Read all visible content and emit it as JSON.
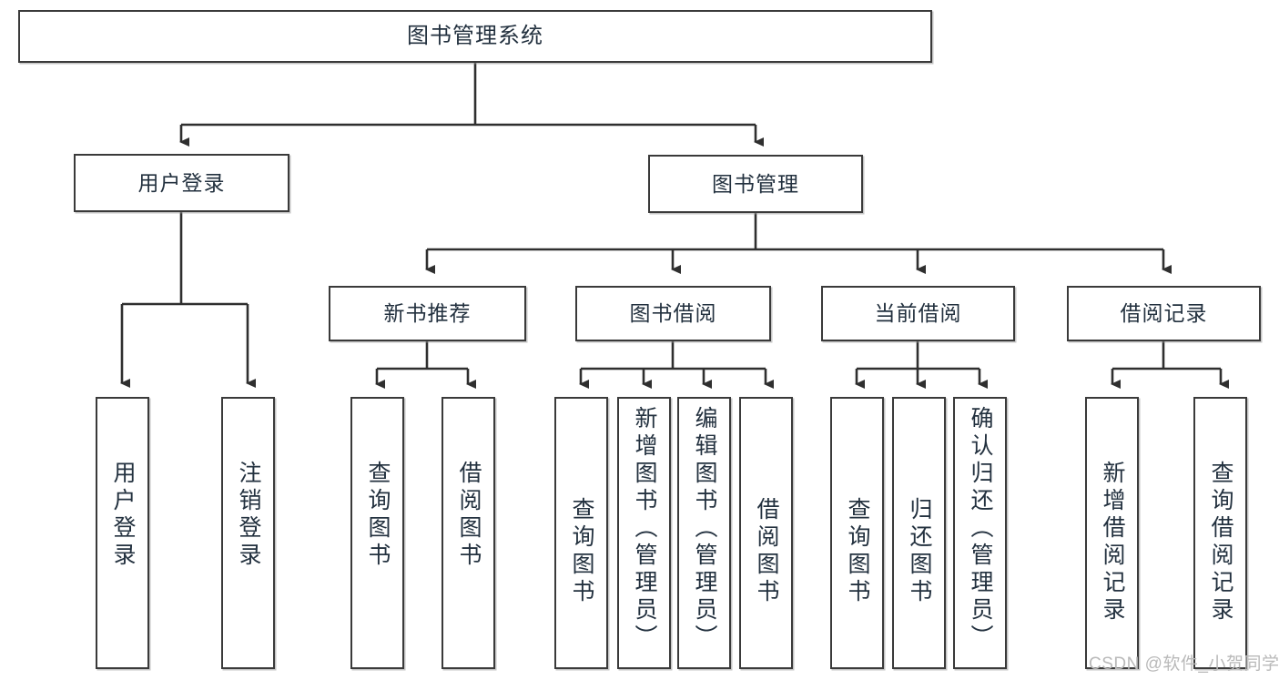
{
  "diagram": {
    "type": "tree-hierarchy",
    "title": "图书管理系统",
    "levels": {
      "root": {
        "label": "图书管理系统"
      },
      "level2": [
        {
          "id": "user-login",
          "label": "用户登录"
        },
        {
          "id": "book-management",
          "label": "图书管理"
        }
      ],
      "level3": [
        {
          "id": "new-book-recommend",
          "label": "新书推荐",
          "parent": "book-management"
        },
        {
          "id": "book-borrow",
          "label": "图书借阅",
          "parent": "book-management"
        },
        {
          "id": "current-borrow",
          "label": "当前借阅",
          "parent": "book-management"
        },
        {
          "id": "borrow-record",
          "label": "借阅记录",
          "parent": "book-management"
        }
      ],
      "leaves": [
        {
          "id": "leaf-user-login",
          "label": "用户登录",
          "parent": "user-login"
        },
        {
          "id": "leaf-logout-login",
          "label": "注销登录",
          "parent": "user-login"
        },
        {
          "id": "leaf-query-book-1",
          "label": "查询图书",
          "parent": "new-book-recommend"
        },
        {
          "id": "leaf-borrow-book-1",
          "label": "借阅图书",
          "parent": "new-book-recommend"
        },
        {
          "id": "leaf-query-book-2",
          "label": "查询图书",
          "parent": "book-borrow"
        },
        {
          "id": "leaf-add-book",
          "label": "新增图书（管理员）",
          "parent": "book-borrow"
        },
        {
          "id": "leaf-edit-book",
          "label": "编辑图书（管理员）",
          "parent": "book-borrow"
        },
        {
          "id": "leaf-borrow-book-2",
          "label": "借阅图书",
          "parent": "book-borrow"
        },
        {
          "id": "leaf-query-book-3",
          "label": "查询图书",
          "parent": "current-borrow"
        },
        {
          "id": "leaf-return-book",
          "label": "归还图书",
          "parent": "current-borrow"
        },
        {
          "id": "leaf-confirm-return",
          "label": "确认归还（管理员）",
          "parent": "current-borrow"
        },
        {
          "id": "leaf-add-record",
          "label": "新增借阅记录",
          "parent": "borrow-record"
        },
        {
          "id": "leaf-query-record",
          "label": "查询借阅记录",
          "parent": "borrow-record"
        }
      ]
    },
    "colors": {
      "box_border": "#3a3a3a",
      "box_fill": "#ffffff",
      "text": "#23313f",
      "connector": "#2f2f2f",
      "watermark": "#b9b9b9"
    }
  },
  "watermark": {
    "text": "CSDN @软件_小贺同学"
  }
}
